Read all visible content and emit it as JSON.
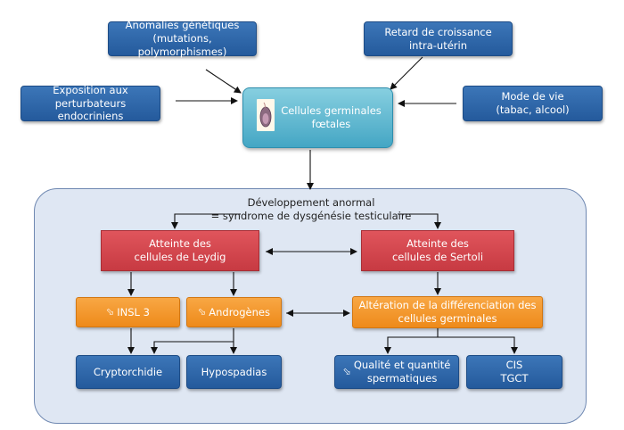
{
  "boxes": {
    "anomalies": "Anomalies génétiques\n(mutations, polymorphismes)",
    "retard": "Retard de croissance\nintra-utérin",
    "exposition": "Exposition aux\nperturbateurs endocriniens",
    "mode_vie": "Mode de vie\n(tabac, alcool)",
    "cellules_germinales": "Cellules germinales\nfœtales",
    "developpement": "Développement anormal\n= syndrome de dysgénésie testiculaire",
    "leydig": "Atteinte des\ncellules de Leydig",
    "sertoli": "Atteinte des\ncellules de Sertoli",
    "insl3": "INSL 3",
    "androgenes": "Androgènes",
    "alteration": "Altération de la différenciation des\ncellules germinales",
    "cryptorchidie": "Cryptorchidie",
    "hypospadias": "Hypospadias",
    "qualite": "Qualité et quantité\nspermatiques",
    "cis": "CIS\nTGCT"
  },
  "decrease_symbol": "⬂",
  "colors": {
    "blue": "#2a64a8",
    "cyan": "#5bb7d0",
    "red": "#d44850",
    "orange": "#f29a2e",
    "panel": "#dfe7f3"
  },
  "icons": {
    "cell": "germ-cell-image",
    "decrease": "arrow-down-right-icon"
  }
}
